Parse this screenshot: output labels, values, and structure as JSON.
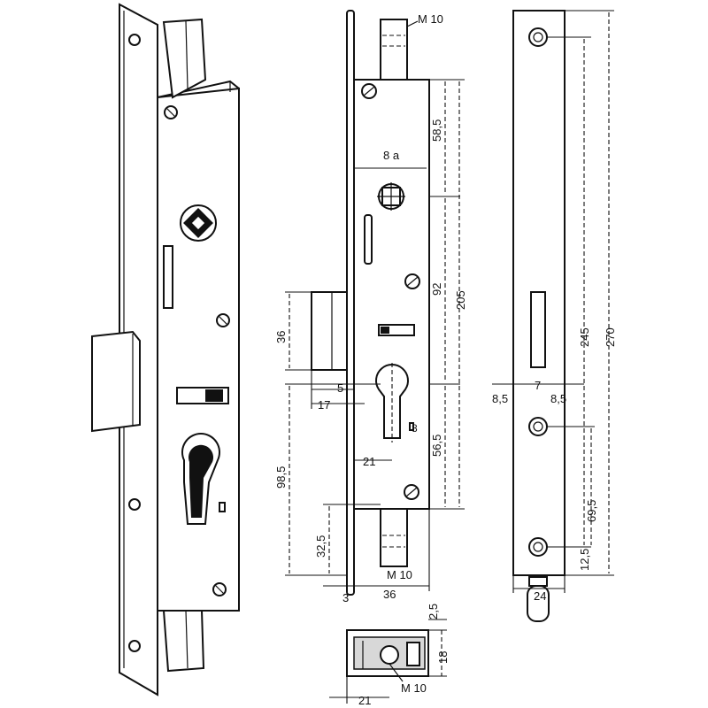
{
  "drawing": {
    "front": {
      "thread_top": "M 10",
      "thread_bottom": "M 10",
      "dim_58_5": "58,5",
      "dim_8a": "8 a",
      "dim_92": "92",
      "dim_205": "205",
      "dim_56_5": "56,5",
      "dim_36": "36",
      "dim_5": "5",
      "dim_17": "17",
      "dim_21": "21",
      "dim_98_5": "98,5",
      "dim_32_5": "32,5",
      "dim_3": "3",
      "dim_36_bottom": "36",
      "dim_8": "8"
    },
    "faceplate": {
      "dim_245": "245",
      "dim_270": "270",
      "dim_7": "7",
      "dim_8_5_left": "8,5",
      "dim_8_5_right": "8,5",
      "dim_69_5": "69,5",
      "dim_12_5": "12,5",
      "dim_24": "24"
    },
    "section": {
      "dim_2_5": "2,5",
      "dim_18": "18",
      "dim_21": "21",
      "thread": "M 10"
    }
  }
}
